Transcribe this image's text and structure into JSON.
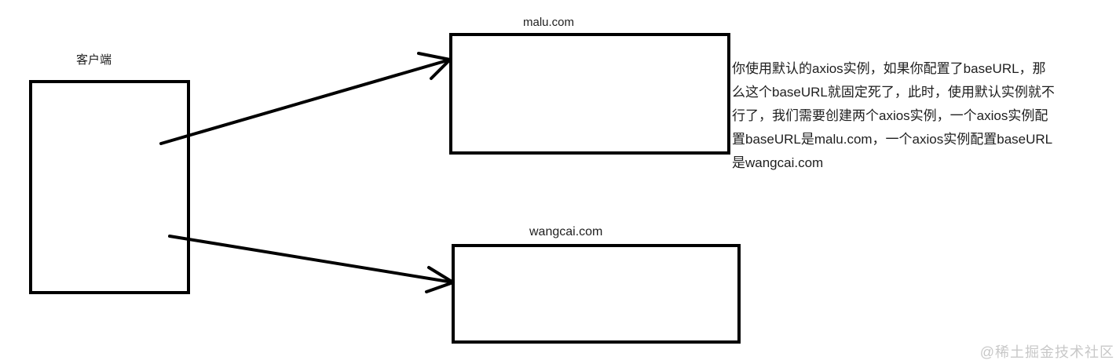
{
  "diagram": {
    "client_box": {
      "label": "客户端"
    },
    "malu_box": {
      "label": "malu.com"
    },
    "wangcai_box": {
      "label": "wangcai.com"
    }
  },
  "annotation": {
    "lines": [
      "你使用默认的axios实例，如果你配置了baseURL，那",
      "么这个baseURL就固定死了，此时，使用默认实例就不",
      "行了，我们需要创建两个axios实例，一个axios实例配",
      "置baseURL是malu.com，一个axios实例配置baseURL",
      "是wangcai.com"
    ]
  },
  "watermark": {
    "text": "@稀土掘金技术社区"
  },
  "colors": {
    "stroke": "#000000",
    "text": "#1e1e1e",
    "watermark": "#c8c8c8",
    "background": "#ffffff"
  }
}
